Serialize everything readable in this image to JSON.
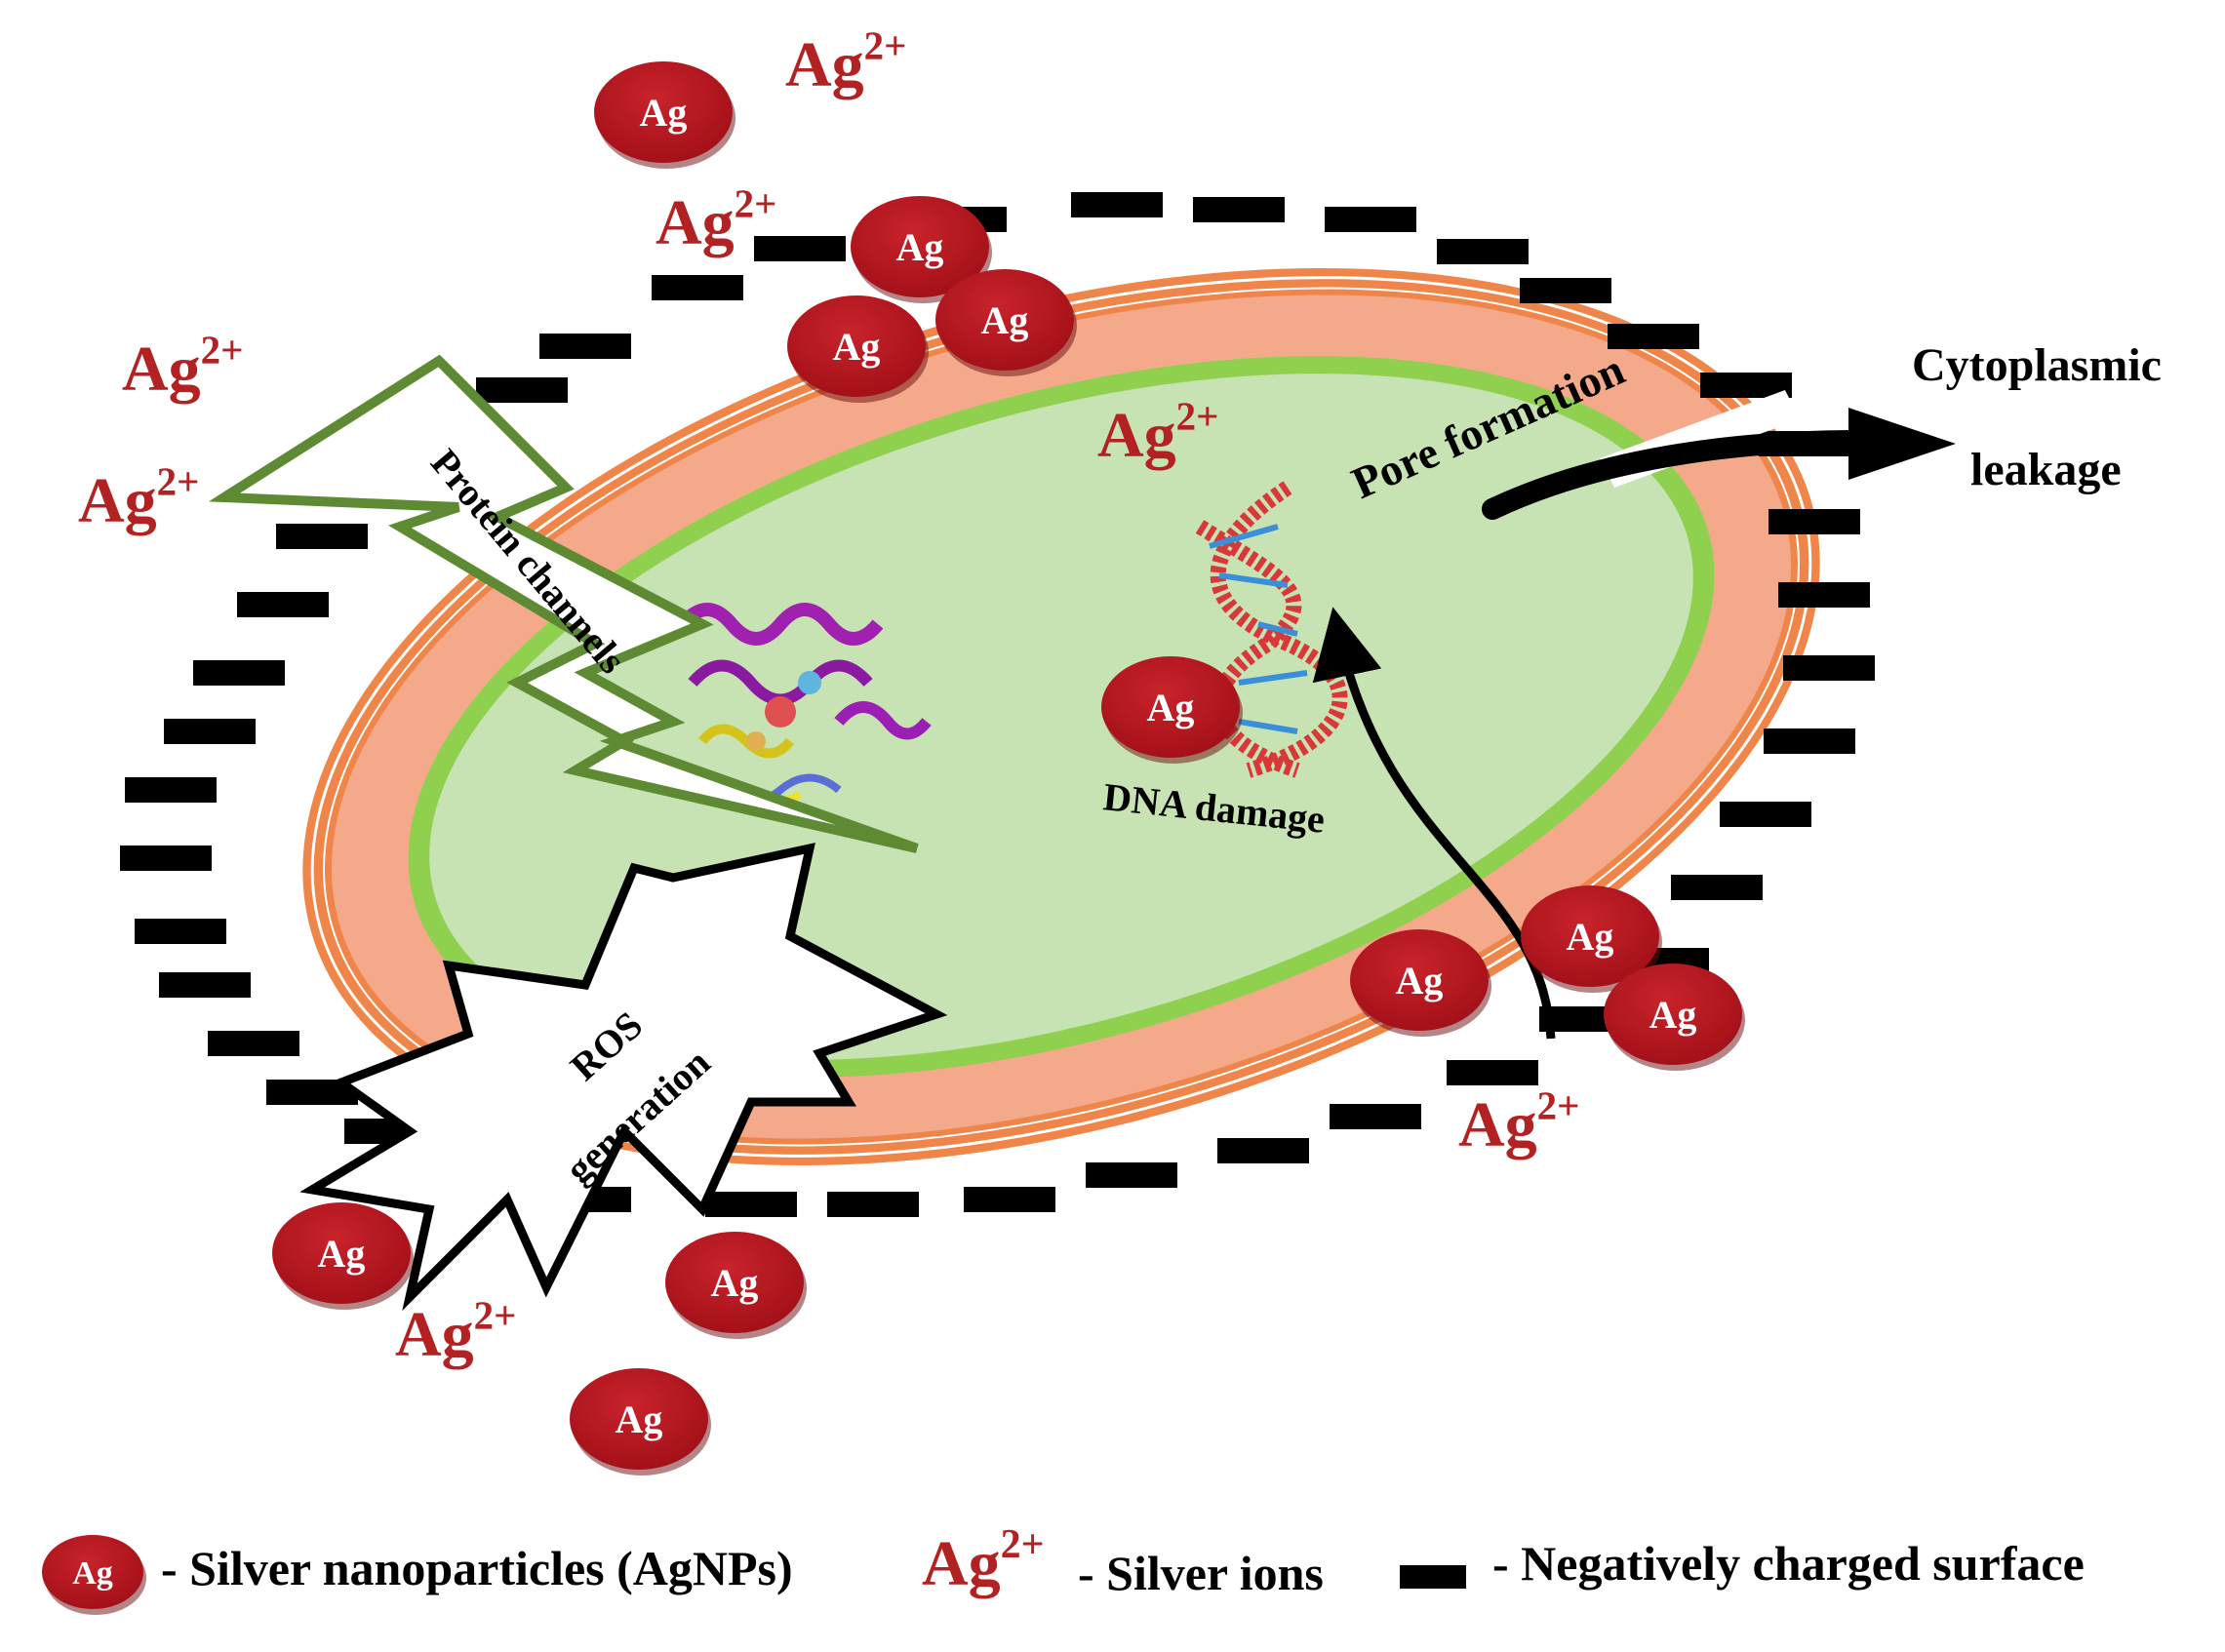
{
  "colors": {
    "silver": "#b5121b",
    "ion_text": "#b22222",
    "outer_membrane": "#f0854a",
    "periplasm": "#f4a98a",
    "inner_membrane": "#8fd14f",
    "cytoplasm": "#c7e2b3",
    "bolt_stroke": "#5d8a32",
    "charge_bar": "#000000"
  },
  "nanoparticle_label": "Ag",
  "ion": {
    "base": "Ag",
    "charge": "2+"
  },
  "labels": {
    "protein_channels": "Protein channels",
    "ros_line1": "ROS",
    "ros_line2": "generation",
    "dna_damage": "DNA damage",
    "pore_formation": "Pore formation",
    "cytoplasmic_line1": "Cytoplasmic",
    "cytoplasmic_line2": "leakage"
  },
  "legend": {
    "nanoparticle": "- Silver nanoparticles (AgNPs)",
    "ions": "- Silver ions",
    "charge": "- Negatively charged surface"
  },
  "icons": [
    "protein-structure-icon",
    "dna-helix-icon",
    "ros-burst-icon",
    "lightning-bolt-icon"
  ]
}
